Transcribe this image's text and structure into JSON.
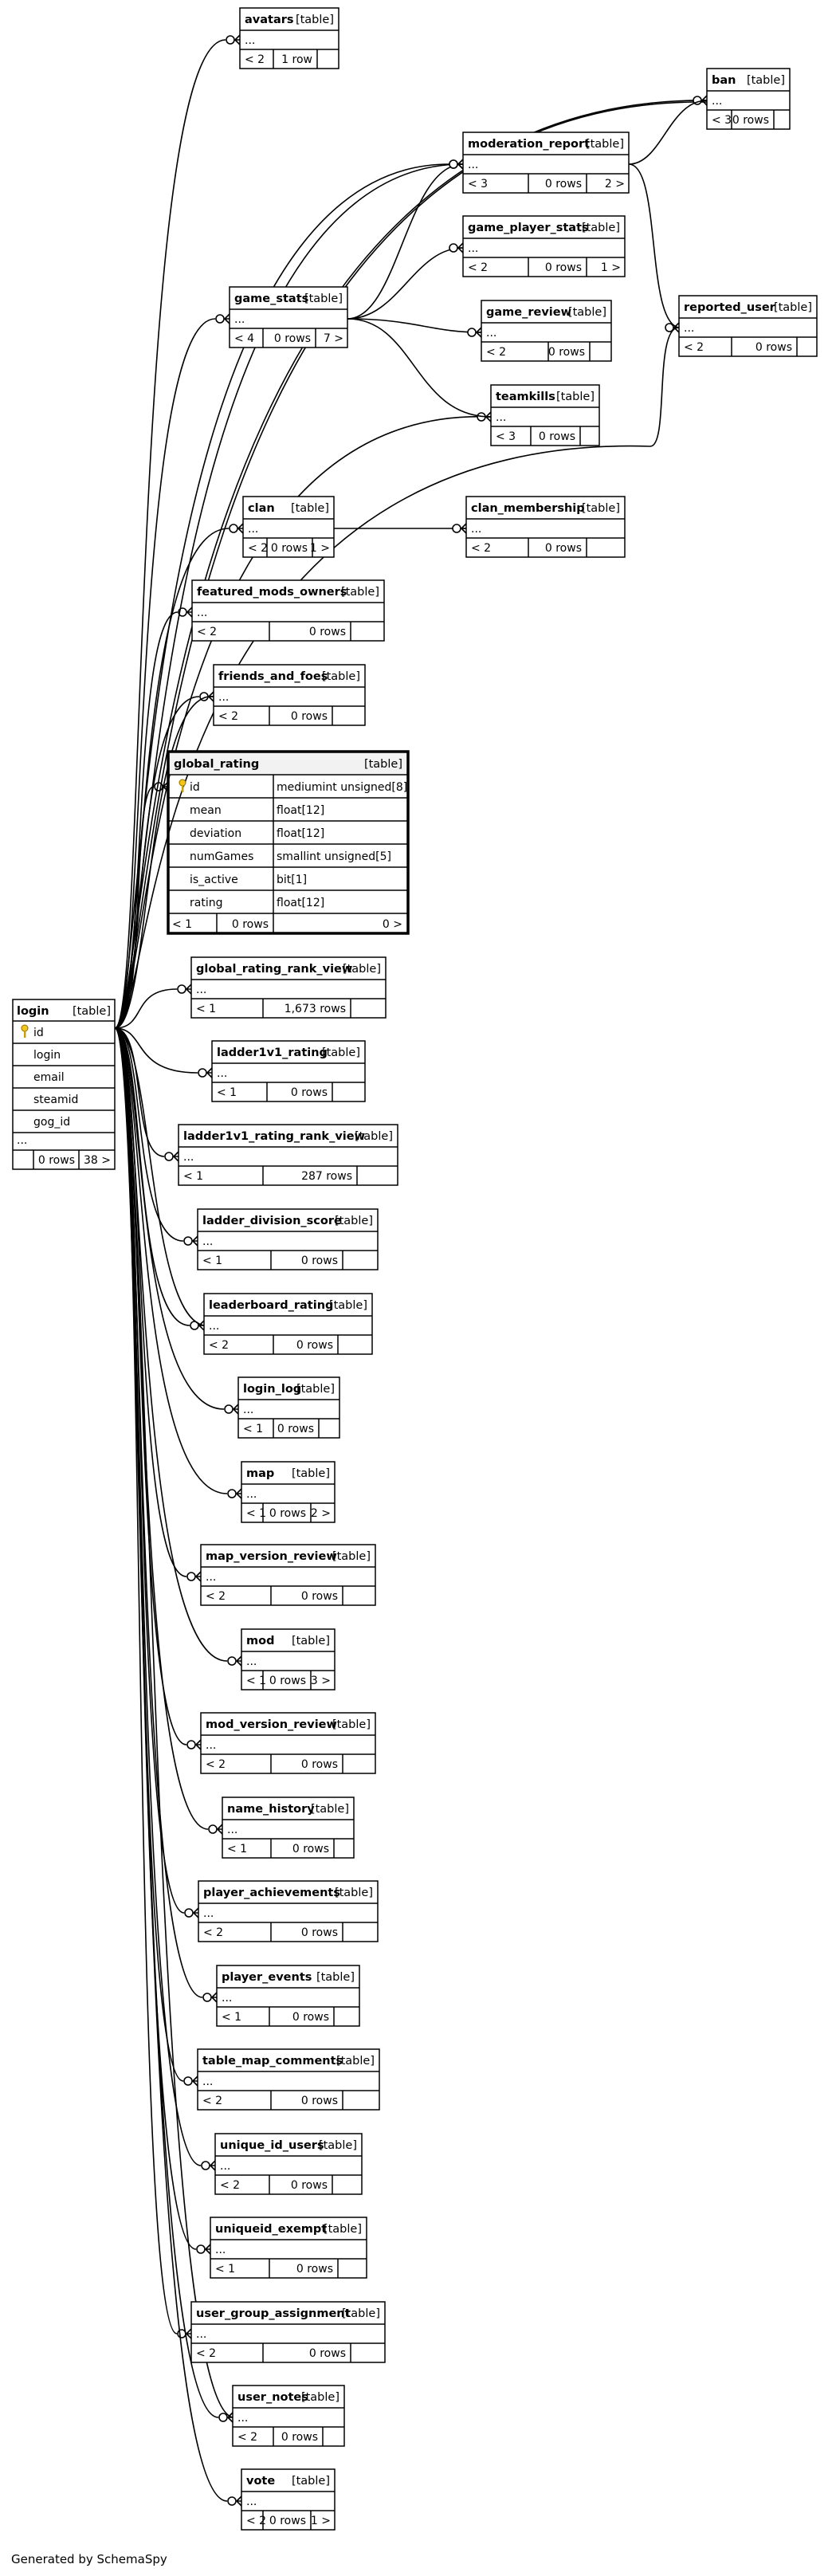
{
  "footer": "Generated by SchemaSpy",
  "kind_label": "[table]",
  "ellipsis": "...",
  "login": {
    "name": "login",
    "columns": [
      "id",
      "login",
      "email",
      "steamid",
      "gog_id"
    ],
    "rows": "0 rows",
    "children": "38 >"
  },
  "global_rating": {
    "name": "global_rating",
    "columns": [
      {
        "name": "id",
        "type": "mediumint unsigned[8]",
        "pk": true
      },
      {
        "name": "mean",
        "type": "float[12]"
      },
      {
        "name": "deviation",
        "type": "float[12]"
      },
      {
        "name": "numGames",
        "type": "smallint unsigned[5]"
      },
      {
        "name": "is_active",
        "type": "bit[1]"
      },
      {
        "name": "rating",
        "type": "float[12]"
      }
    ],
    "parents": "< 1",
    "rows": "0 rows",
    "children": "0 >"
  },
  "tables": [
    {
      "name": "avatars",
      "parents": "< 2",
      "rows": "1 row",
      "children": ""
    },
    {
      "name": "ban",
      "parents": "< 3",
      "rows": "0 rows",
      "children": ""
    },
    {
      "name": "moderation_report",
      "parents": "< 3",
      "rows": "0 rows",
      "children": "2 >"
    },
    {
      "name": "game_player_stats",
      "parents": "< 2",
      "rows": "0 rows",
      "children": "1 >"
    },
    {
      "name": "game_stats",
      "parents": "< 4",
      "rows": "0 rows",
      "children": "7 >"
    },
    {
      "name": "game_review",
      "parents": "< 2",
      "rows": "0 rows",
      "children": ""
    },
    {
      "name": "reported_user",
      "parents": "< 2",
      "rows": "0 rows",
      "children": ""
    },
    {
      "name": "teamkills",
      "parents": "< 3",
      "rows": "0 rows",
      "children": ""
    },
    {
      "name": "clan",
      "parents": "< 2",
      "rows": "0 rows",
      "children": "1 >"
    },
    {
      "name": "clan_membership",
      "parents": "< 2",
      "rows": "0 rows",
      "children": ""
    },
    {
      "name": "featured_mods_owners",
      "parents": "< 2",
      "rows": "0 rows",
      "children": ""
    },
    {
      "name": "friends_and_foes",
      "parents": "< 2",
      "rows": "0 rows",
      "children": ""
    },
    {
      "name": "global_rating_rank_view",
      "parents": "< 1",
      "rows": "1,673 rows",
      "children": ""
    },
    {
      "name": "ladder1v1_rating",
      "parents": "< 1",
      "rows": "0 rows",
      "children": ""
    },
    {
      "name": "ladder1v1_rating_rank_view",
      "parents": "< 1",
      "rows": "287 rows",
      "children": ""
    },
    {
      "name": "ladder_division_score",
      "parents": "< 1",
      "rows": "0 rows",
      "children": ""
    },
    {
      "name": "leaderboard_rating",
      "parents": "< 2",
      "rows": "0 rows",
      "children": ""
    },
    {
      "name": "login_log",
      "parents": "< 1",
      "rows": "0 rows",
      "children": ""
    },
    {
      "name": "map",
      "parents": "< 1",
      "rows": "0 rows",
      "children": "2 >"
    },
    {
      "name": "map_version_review",
      "parents": "< 2",
      "rows": "0 rows",
      "children": ""
    },
    {
      "name": "mod",
      "parents": "< 1",
      "rows": "0 rows",
      "children": "3 >"
    },
    {
      "name": "mod_version_review",
      "parents": "< 2",
      "rows": "0 rows",
      "children": ""
    },
    {
      "name": "name_history",
      "parents": "< 1",
      "rows": "0 rows",
      "children": ""
    },
    {
      "name": "player_achievements",
      "parents": "< 2",
      "rows": "0 rows",
      "children": ""
    },
    {
      "name": "player_events",
      "parents": "< 1",
      "rows": "0 rows",
      "children": ""
    },
    {
      "name": "table_map_comments",
      "parents": "< 2",
      "rows": "0 rows",
      "children": ""
    },
    {
      "name": "unique_id_users",
      "parents": "< 2",
      "rows": "0 rows",
      "children": ""
    },
    {
      "name": "uniqueid_exempt",
      "parents": "< 1",
      "rows": "0 rows",
      "children": ""
    },
    {
      "name": "user_group_assignment",
      "parents": "< 2",
      "rows": "0 rows",
      "children": ""
    },
    {
      "name": "user_notes",
      "parents": "< 2",
      "rows": "0 rows",
      "children": ""
    },
    {
      "name": "vote",
      "parents": "< 2",
      "rows": "0 rows",
      "children": "1 >"
    }
  ]
}
